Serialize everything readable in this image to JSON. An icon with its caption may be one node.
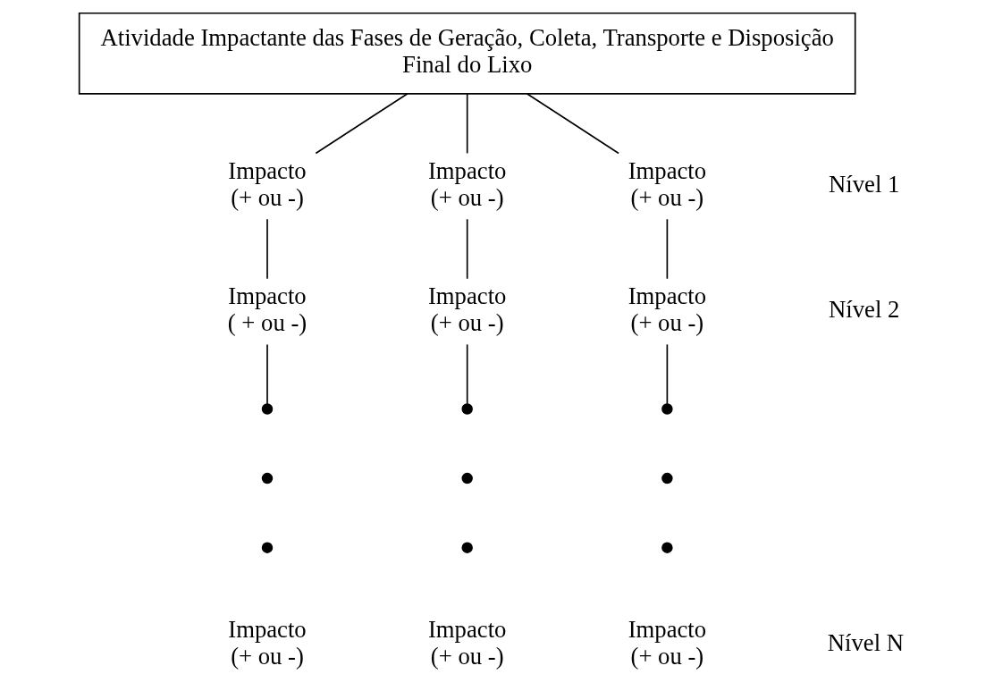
{
  "diagram": {
    "nodes": [
      {
        "text": [
          "Atividade Impactante das Fases de Geração, Coleta, Transporte e Disposição Final do Lixo"
        ]
      },
      {
        "text": [
          "Impacto",
          "(+ ou -)"
        ]
      },
      {
        "text": [
          "Impacto",
          "(+ ou -)"
        ]
      },
      {
        "text": [
          "Impacto",
          "(+ ou -)"
        ]
      },
      {
        "text": [
          "Impacto",
          "( + ou -)"
        ]
      },
      {
        "text": [
          "Impacto",
          "(+ ou -)"
        ]
      },
      {
        "text": [
          "Impacto",
          "(+ ou -)"
        ]
      },
      {
        "text": [],
        "shape": "circle"
      },
      {
        "text": [],
        "shape": "circle"
      },
      {
        "text": [],
        "shape": "circle"
      },
      {
        "text": [],
        "shape": "circle"
      },
      {
        "text": [],
        "shape": "circle"
      },
      {
        "text": [],
        "shape": "circle"
      },
      {
        "text": [],
        "shape": "circle"
      },
      {
        "text": [],
        "shape": "circle"
      },
      {
        "text": [],
        "shape": "circle"
      },
      {
        "text": [
          "Impacto",
          "(+ ou -)"
        ]
      },
      {
        "text": [
          "Impacto",
          "(+ ou -)"
        ]
      },
      {
        "text": [
          "Impacto",
          "(+ ou -)"
        ]
      }
    ],
    "edges": [
      {
        "from": 0,
        "to": 1,
        "arrow": "none"
      },
      {
        "from": 0,
        "to": 2,
        "arrow": "none"
      },
      {
        "from": 0,
        "to": 3,
        "arrow": "none"
      },
      {
        "from": 1,
        "to": 4,
        "arrow": "none"
      },
      {
        "from": 2,
        "to": 5,
        "arrow": "none"
      },
      {
        "from": 3,
        "to": 6,
        "arrow": "none"
      },
      {
        "from": 4,
        "to": 7,
        "arrow": "none"
      },
      {
        "from": 5,
        "to": 8,
        "arrow": "none"
      },
      {
        "from": 6,
        "to": 9,
        "arrow": "none"
      }
    ],
    "labels": [
      "Nível 1",
      "Nível 2",
      "Nível N"
    ]
  }
}
